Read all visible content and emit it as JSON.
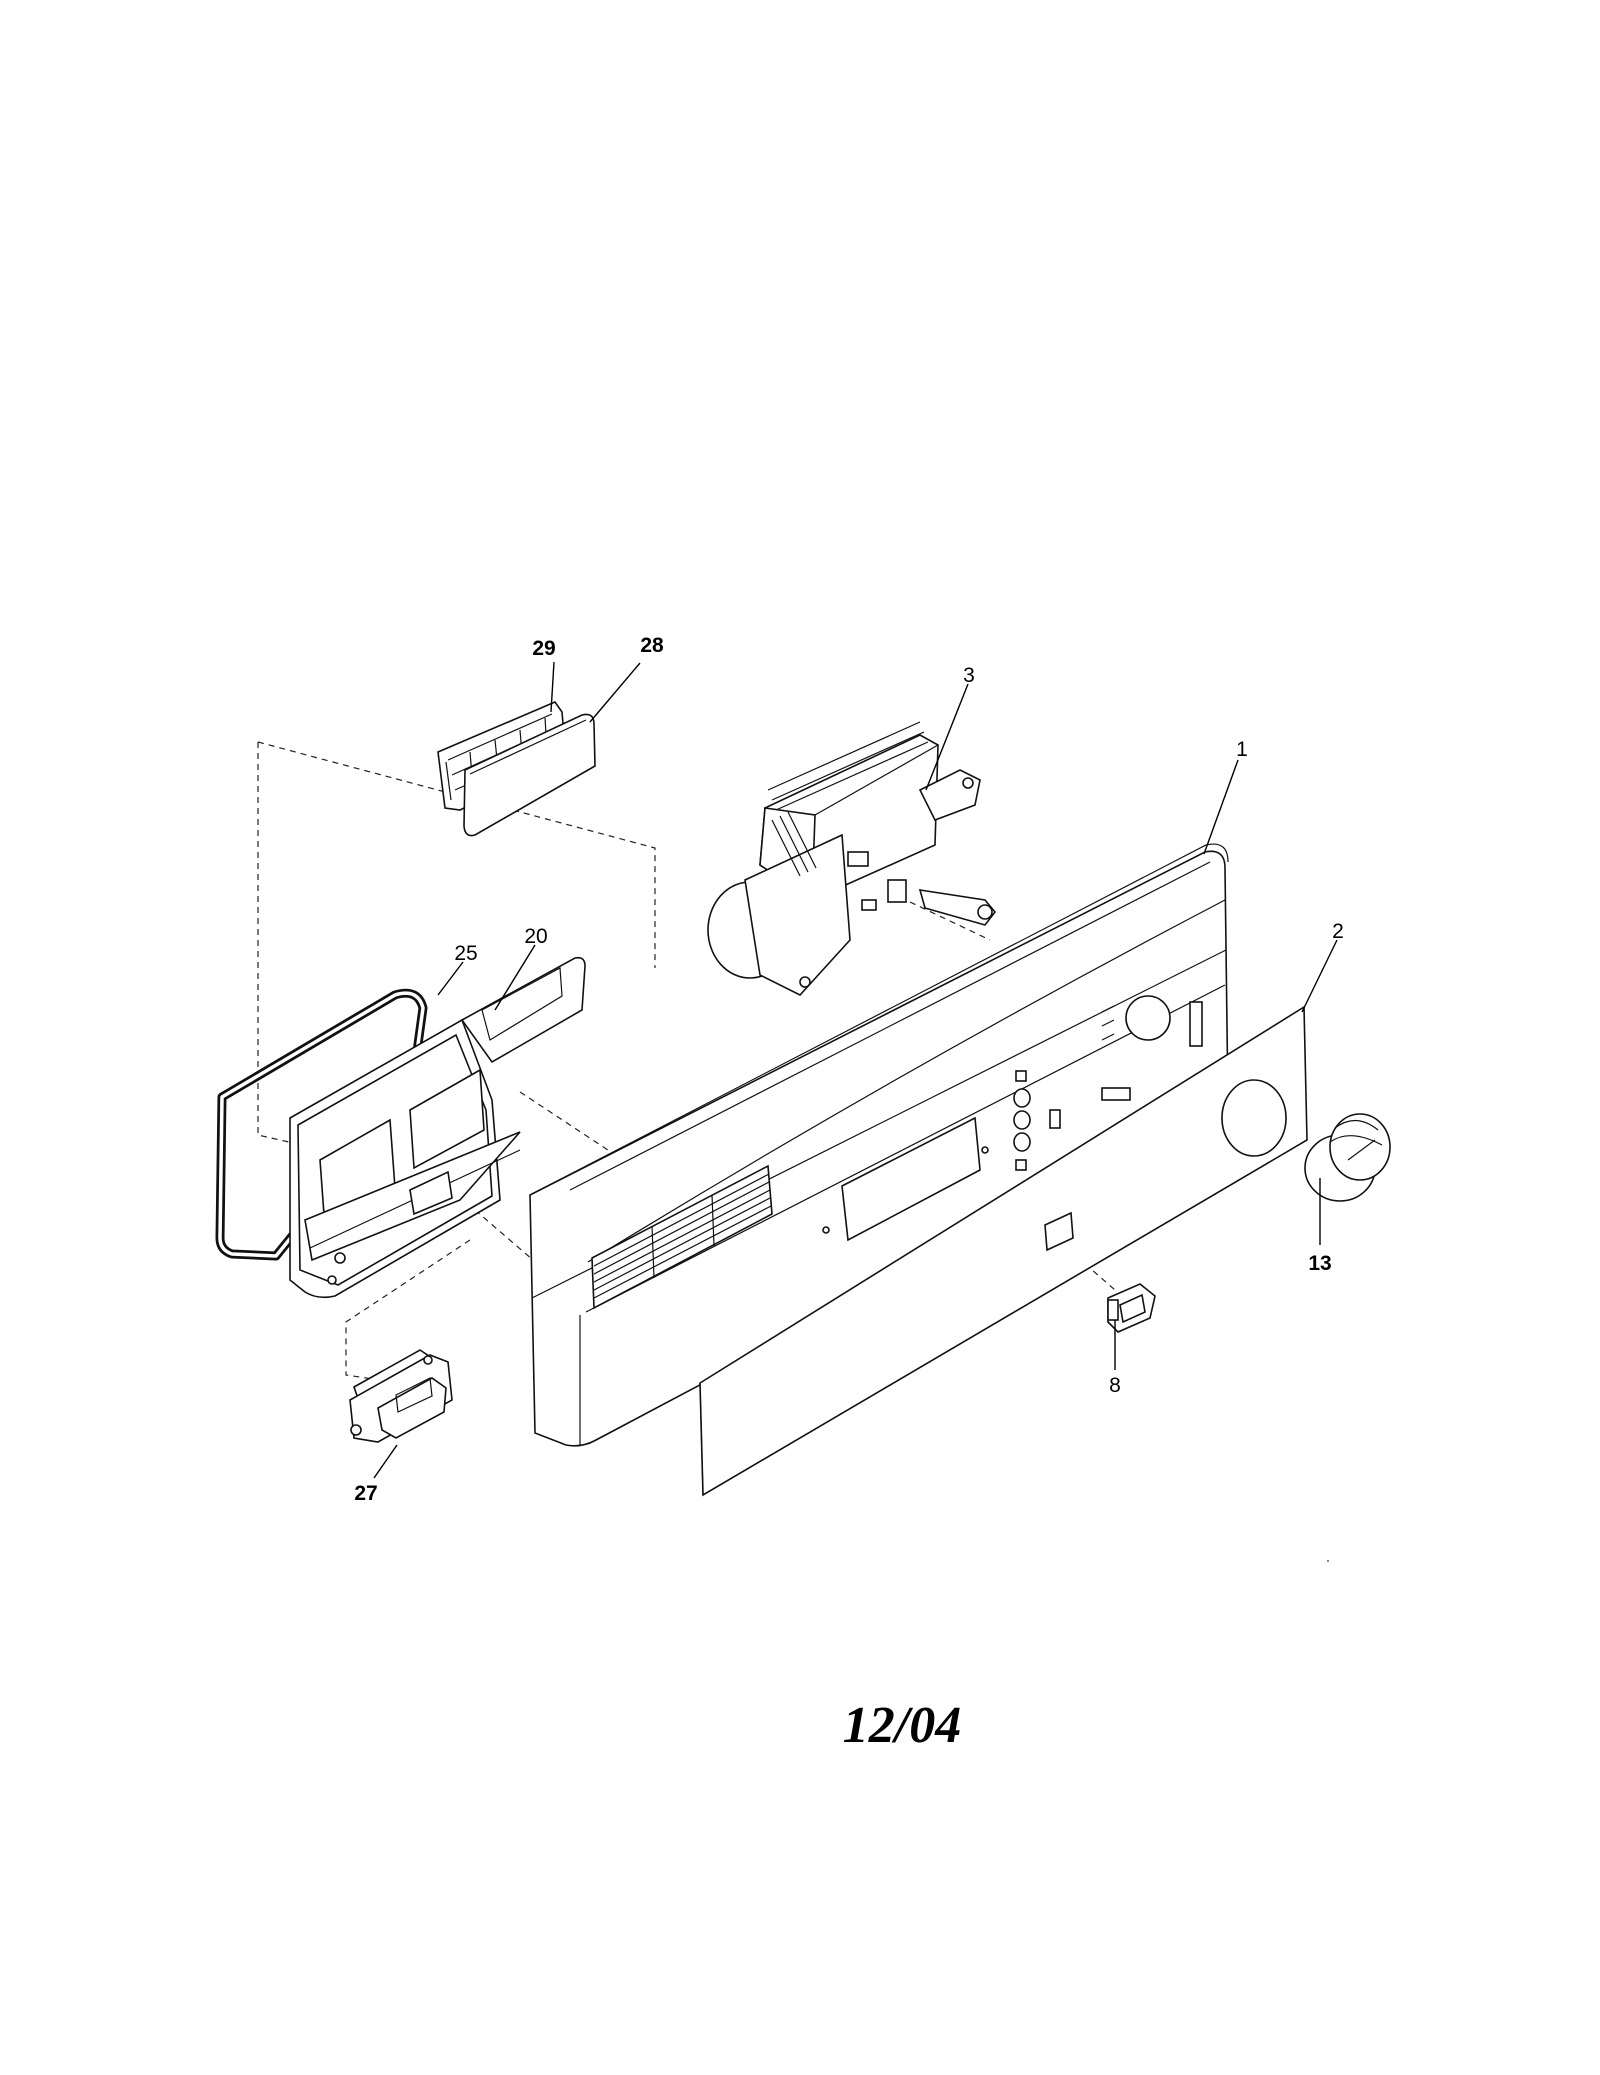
{
  "callouts": {
    "c1": "1",
    "c2": "2",
    "c3": "3",
    "c8": "8",
    "c13": "13",
    "c20": "20",
    "c25": "25",
    "c27": "27",
    "c28": "28",
    "c29": "29"
  },
  "footer": {
    "date_stamp": "12/04"
  }
}
